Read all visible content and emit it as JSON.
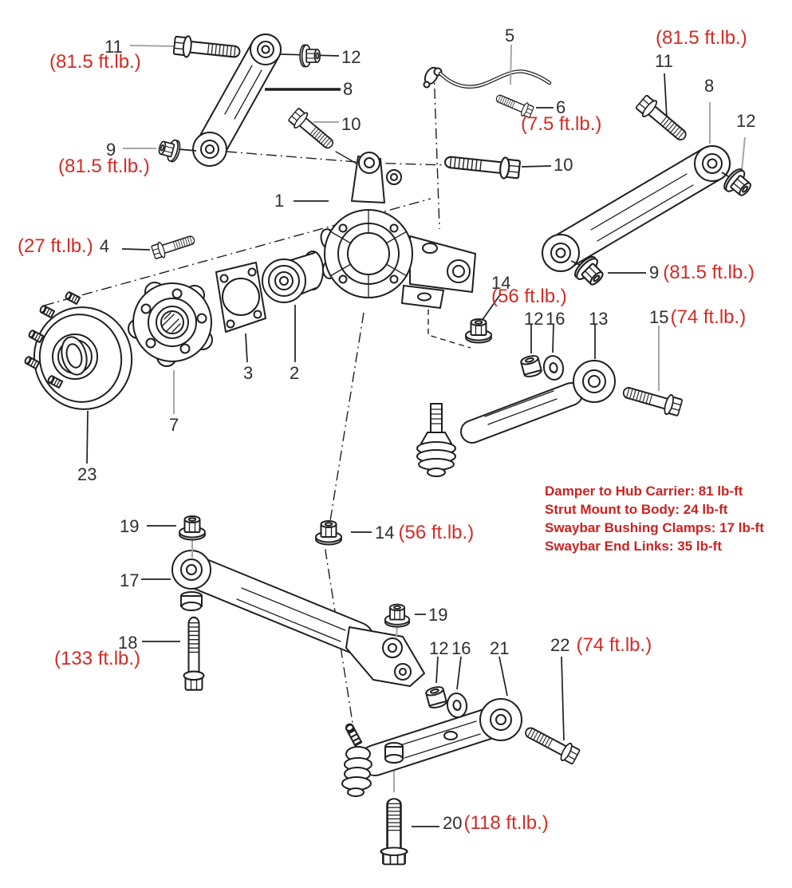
{
  "colors": {
    "torque_red": "#d32b26",
    "notes_red": "#cc2222",
    "line_black": "#1f1f1f",
    "leader_gray": "#a6a6a6",
    "number_dark": "#2e2e2e",
    "background": "#ffffff"
  },
  "callouts": [
    {
      "number": "11",
      "torque": "(81.5 ft.lb.)"
    },
    {
      "number": "12"
    },
    {
      "number": "8"
    },
    {
      "number": "10"
    },
    {
      "number": "9",
      "torque": "(81.5 ft.lb.)"
    },
    {
      "number": "5"
    },
    {
      "number": "6",
      "torque": "(7.5 ft.lb.)"
    },
    {
      "number": "11",
      "torque": "(81.5 ft.lb.)"
    },
    {
      "number": "8"
    },
    {
      "number": "12"
    },
    {
      "number": "10"
    },
    {
      "number": "1"
    },
    {
      "number": "4",
      "torque": "(27 ft.lb.)"
    },
    {
      "number": "14",
      "torque": "(56 ft.lb.)"
    },
    {
      "number": "12"
    },
    {
      "number": "16"
    },
    {
      "number": "13"
    },
    {
      "number": "9",
      "torque": "(81.5 ft.lb.)"
    },
    {
      "number": "15",
      "torque": "(74 ft.lb.)"
    },
    {
      "number": "3"
    },
    {
      "number": "2"
    },
    {
      "number": "7"
    },
    {
      "number": "23"
    },
    {
      "number": "19"
    },
    {
      "number": "14",
      "torque": "(56 ft.lb.)"
    },
    {
      "number": "17"
    },
    {
      "number": "19"
    },
    {
      "number": "18",
      "torque": "(133 ft.lb.)"
    },
    {
      "number": "12"
    },
    {
      "number": "16"
    },
    {
      "number": "21"
    },
    {
      "number": "22",
      "torque": "(74 ft.lb.)"
    },
    {
      "number": "20",
      "torque": "(118 ft.lb.)"
    }
  ],
  "torque_notes": {
    "lines": [
      "Damper to Hub Carrier: 81 lb-ft",
      "Strut Mount to Body: 24 lb-ft",
      "Swaybar Bushing Clamps: 17 lb-ft",
      "Swaybar End Links: 35 lb-ft"
    ]
  }
}
